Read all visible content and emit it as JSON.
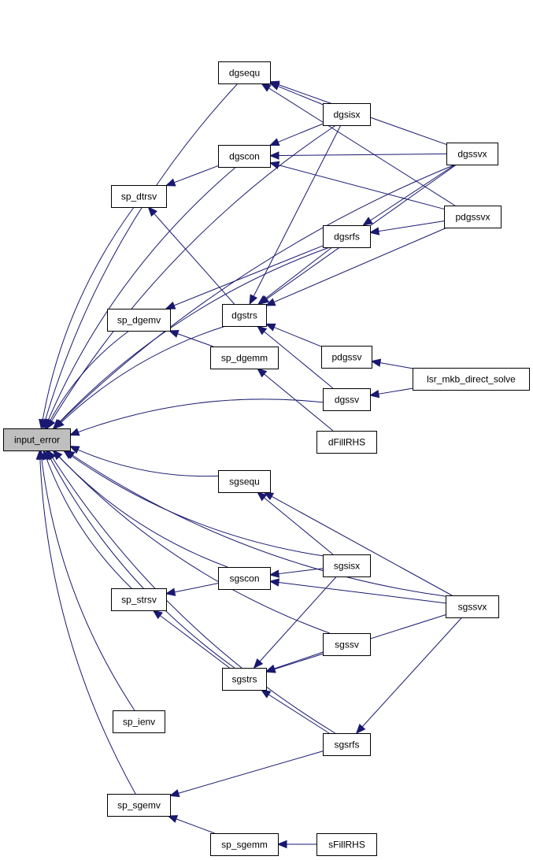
{
  "graph": {
    "nodes": [
      {
        "id": "input_error",
        "label": "input_error",
        "highlight": true
      },
      {
        "id": "dgsequ",
        "label": "dgsequ"
      },
      {
        "id": "dgsisx",
        "label": "dgsisx"
      },
      {
        "id": "dgscon",
        "label": "dgscon"
      },
      {
        "id": "dgssvx",
        "label": "dgssvx"
      },
      {
        "id": "sp_dtrsv",
        "label": "sp_dtrsv"
      },
      {
        "id": "pdgssvx",
        "label": "pdgssvx"
      },
      {
        "id": "dgsrfs",
        "label": "dgsrfs"
      },
      {
        "id": "sp_dgemv",
        "label": "sp_dgemv"
      },
      {
        "id": "dgstrs",
        "label": "dgstrs"
      },
      {
        "id": "pdgssv",
        "label": "pdgssv"
      },
      {
        "id": "sp_dgemm",
        "label": "sp_dgemm"
      },
      {
        "id": "lsr_mkb_direct_solve",
        "label": "lsr_mkb_direct_solve"
      },
      {
        "id": "dgssv",
        "label": "dgssv"
      },
      {
        "id": "dFillRHS",
        "label": "dFillRHS"
      },
      {
        "id": "sgsequ",
        "label": "sgsequ"
      },
      {
        "id": "sgsisx",
        "label": "sgsisx"
      },
      {
        "id": "sgscon",
        "label": "sgscon"
      },
      {
        "id": "sp_strsv",
        "label": "sp_strsv"
      },
      {
        "id": "sgssvx",
        "label": "sgssvx"
      },
      {
        "id": "sgssv",
        "label": "sgssv"
      },
      {
        "id": "sgstrs",
        "label": "sgstrs"
      },
      {
        "id": "sp_ienv",
        "label": "sp_ienv"
      },
      {
        "id": "sgsrfs",
        "label": "sgsrfs"
      },
      {
        "id": "sp_sgemv",
        "label": "sp_sgemv"
      },
      {
        "id": "sp_sgemm",
        "label": "sp_sgemm"
      },
      {
        "id": "sFillRHS",
        "label": "sFillRHS"
      }
    ],
    "edges": [
      {
        "from": "dgsequ",
        "to": "input_error"
      },
      {
        "from": "dgsisx",
        "to": "input_error"
      },
      {
        "from": "dgscon",
        "to": "input_error"
      },
      {
        "from": "dgssvx",
        "to": "input_error"
      },
      {
        "from": "sp_dtrsv",
        "to": "input_error"
      },
      {
        "from": "dgsrfs",
        "to": "input_error"
      },
      {
        "from": "sp_dgemv",
        "to": "input_error"
      },
      {
        "from": "dgstrs",
        "to": "input_error"
      },
      {
        "from": "dgssv",
        "to": "input_error"
      },
      {
        "from": "sgsequ",
        "to": "input_error"
      },
      {
        "from": "sgsisx",
        "to": "input_error"
      },
      {
        "from": "sgscon",
        "to": "input_error"
      },
      {
        "from": "sp_strsv",
        "to": "input_error"
      },
      {
        "from": "sgssvx",
        "to": "input_error"
      },
      {
        "from": "sgssv",
        "to": "input_error"
      },
      {
        "from": "sgstrs",
        "to": "input_error"
      },
      {
        "from": "sp_ienv",
        "to": "input_error"
      },
      {
        "from": "sgsrfs",
        "to": "input_error"
      },
      {
        "from": "sp_sgemv",
        "to": "input_error"
      },
      {
        "from": "dgsisx",
        "to": "dgsequ"
      },
      {
        "from": "dgssvx",
        "to": "dgsequ"
      },
      {
        "from": "pdgssvx",
        "to": "dgsequ"
      },
      {
        "from": "dgsisx",
        "to": "dgscon"
      },
      {
        "from": "dgssvx",
        "to": "dgscon"
      },
      {
        "from": "pdgssvx",
        "to": "dgscon"
      },
      {
        "from": "dgscon",
        "to": "sp_dtrsv"
      },
      {
        "from": "dgstrs",
        "to": "sp_dtrsv"
      },
      {
        "from": "dgssvx",
        "to": "dgsrfs"
      },
      {
        "from": "pdgssvx",
        "to": "dgsrfs"
      },
      {
        "from": "dgsrfs",
        "to": "sp_dgemv"
      },
      {
        "from": "sp_dgemm",
        "to": "sp_dgemv"
      },
      {
        "from": "dgsisx",
        "to": "dgstrs"
      },
      {
        "from": "dgsrfs",
        "to": "dgstrs"
      },
      {
        "from": "dgssvx",
        "to": "dgstrs"
      },
      {
        "from": "pdgssvx",
        "to": "dgstrs"
      },
      {
        "from": "pdgssv",
        "to": "dgstrs"
      },
      {
        "from": "dgssv",
        "to": "dgstrs"
      },
      {
        "from": "lsr_mkb_direct_solve",
        "to": "pdgssv"
      },
      {
        "from": "lsr_mkb_direct_solve",
        "to": "dgssv"
      },
      {
        "from": "dFillRHS",
        "to": "sp_dgemm"
      },
      {
        "from": "sgsisx",
        "to": "sgsequ"
      },
      {
        "from": "sgssvx",
        "to": "sgsequ"
      },
      {
        "from": "sgsisx",
        "to": "sgscon"
      },
      {
        "from": "sgssvx",
        "to": "sgscon"
      },
      {
        "from": "sgscon",
        "to": "sp_strsv"
      },
      {
        "from": "sgstrs",
        "to": "sp_strsv"
      },
      {
        "from": "sgsisx",
        "to": "sgstrs"
      },
      {
        "from": "sgssv",
        "to": "sgstrs"
      },
      {
        "from": "sgssvx",
        "to": "sgstrs"
      },
      {
        "from": "sgsrfs",
        "to": "sgstrs"
      },
      {
        "from": "sgssvx",
        "to": "sgsrfs"
      },
      {
        "from": "sgsrfs",
        "to": "sp_sgemv"
      },
      {
        "from": "sp_sgemm",
        "to": "sp_sgemv"
      },
      {
        "from": "sFillRHS",
        "to": "sp_sgemm"
      }
    ],
    "colors": {
      "edge": "#191970",
      "node_fill": "#ffffff",
      "highlight_fill": "#bfbfbf",
      "border": "#000000"
    }
  }
}
